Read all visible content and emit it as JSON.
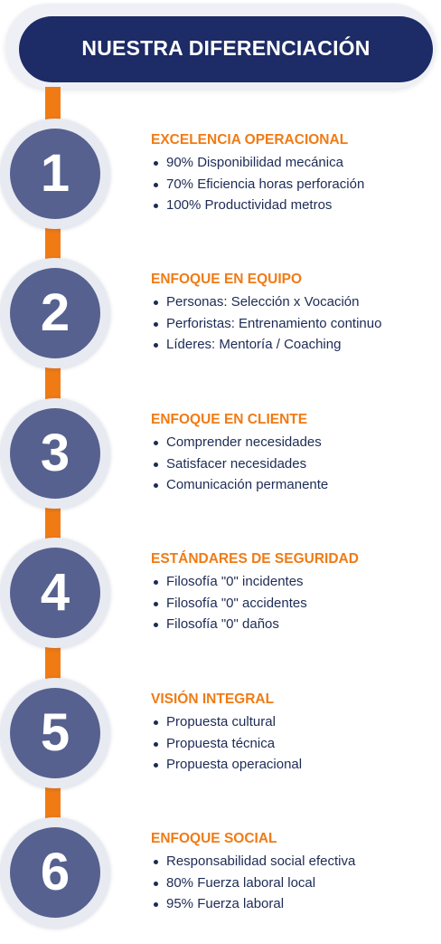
{
  "header": {
    "title": "NUESTRA DIFERENCIACIÓN"
  },
  "colors": {
    "navy": "#1d2b66",
    "orange": "#f07b15",
    "circle": "#56618f",
    "text": "#1d2b55"
  },
  "steps": [
    {
      "number": "1",
      "title": "EXCELENCIA OPERACIONAL",
      "bullets": [
        "90% Disponibilidad mecánica",
        "70% Eficiencia horas perforación",
        "100% Productividad metros"
      ]
    },
    {
      "number": "2",
      "title": "ENFOQUE EN EQUIPO",
      "bullets": [
        "Personas: Selección x Vocación",
        "Perforistas: Entrenamiento continuo",
        "Líderes: Mentoría / Coaching"
      ]
    },
    {
      "number": "3",
      "title": "ENFOQUE EN CLIENTE",
      "bullets": [
        "Comprender necesidades",
        "Satisfacer necesidades",
        "Comunicación permanente"
      ]
    },
    {
      "number": "4",
      "title": "ESTÁNDARES DE SEGURIDAD",
      "bullets": [
        "Filosofía \"0\" incidentes",
        "Filosofía \"0\" accidentes",
        "Filosofía \"0\" daños"
      ]
    },
    {
      "number": "5",
      "title": "VISIÓN INTEGRAL",
      "bullets": [
        "Propuesta cultural",
        "Propuesta técnica",
        "Propuesta operacional"
      ]
    },
    {
      "number": "6",
      "title": "ENFOQUE SOCIAL",
      "bullets": [
        "Responsabilidad social efectiva",
        "80% Fuerza laboral local",
        "95% Fuerza laboral"
      ]
    }
  ]
}
